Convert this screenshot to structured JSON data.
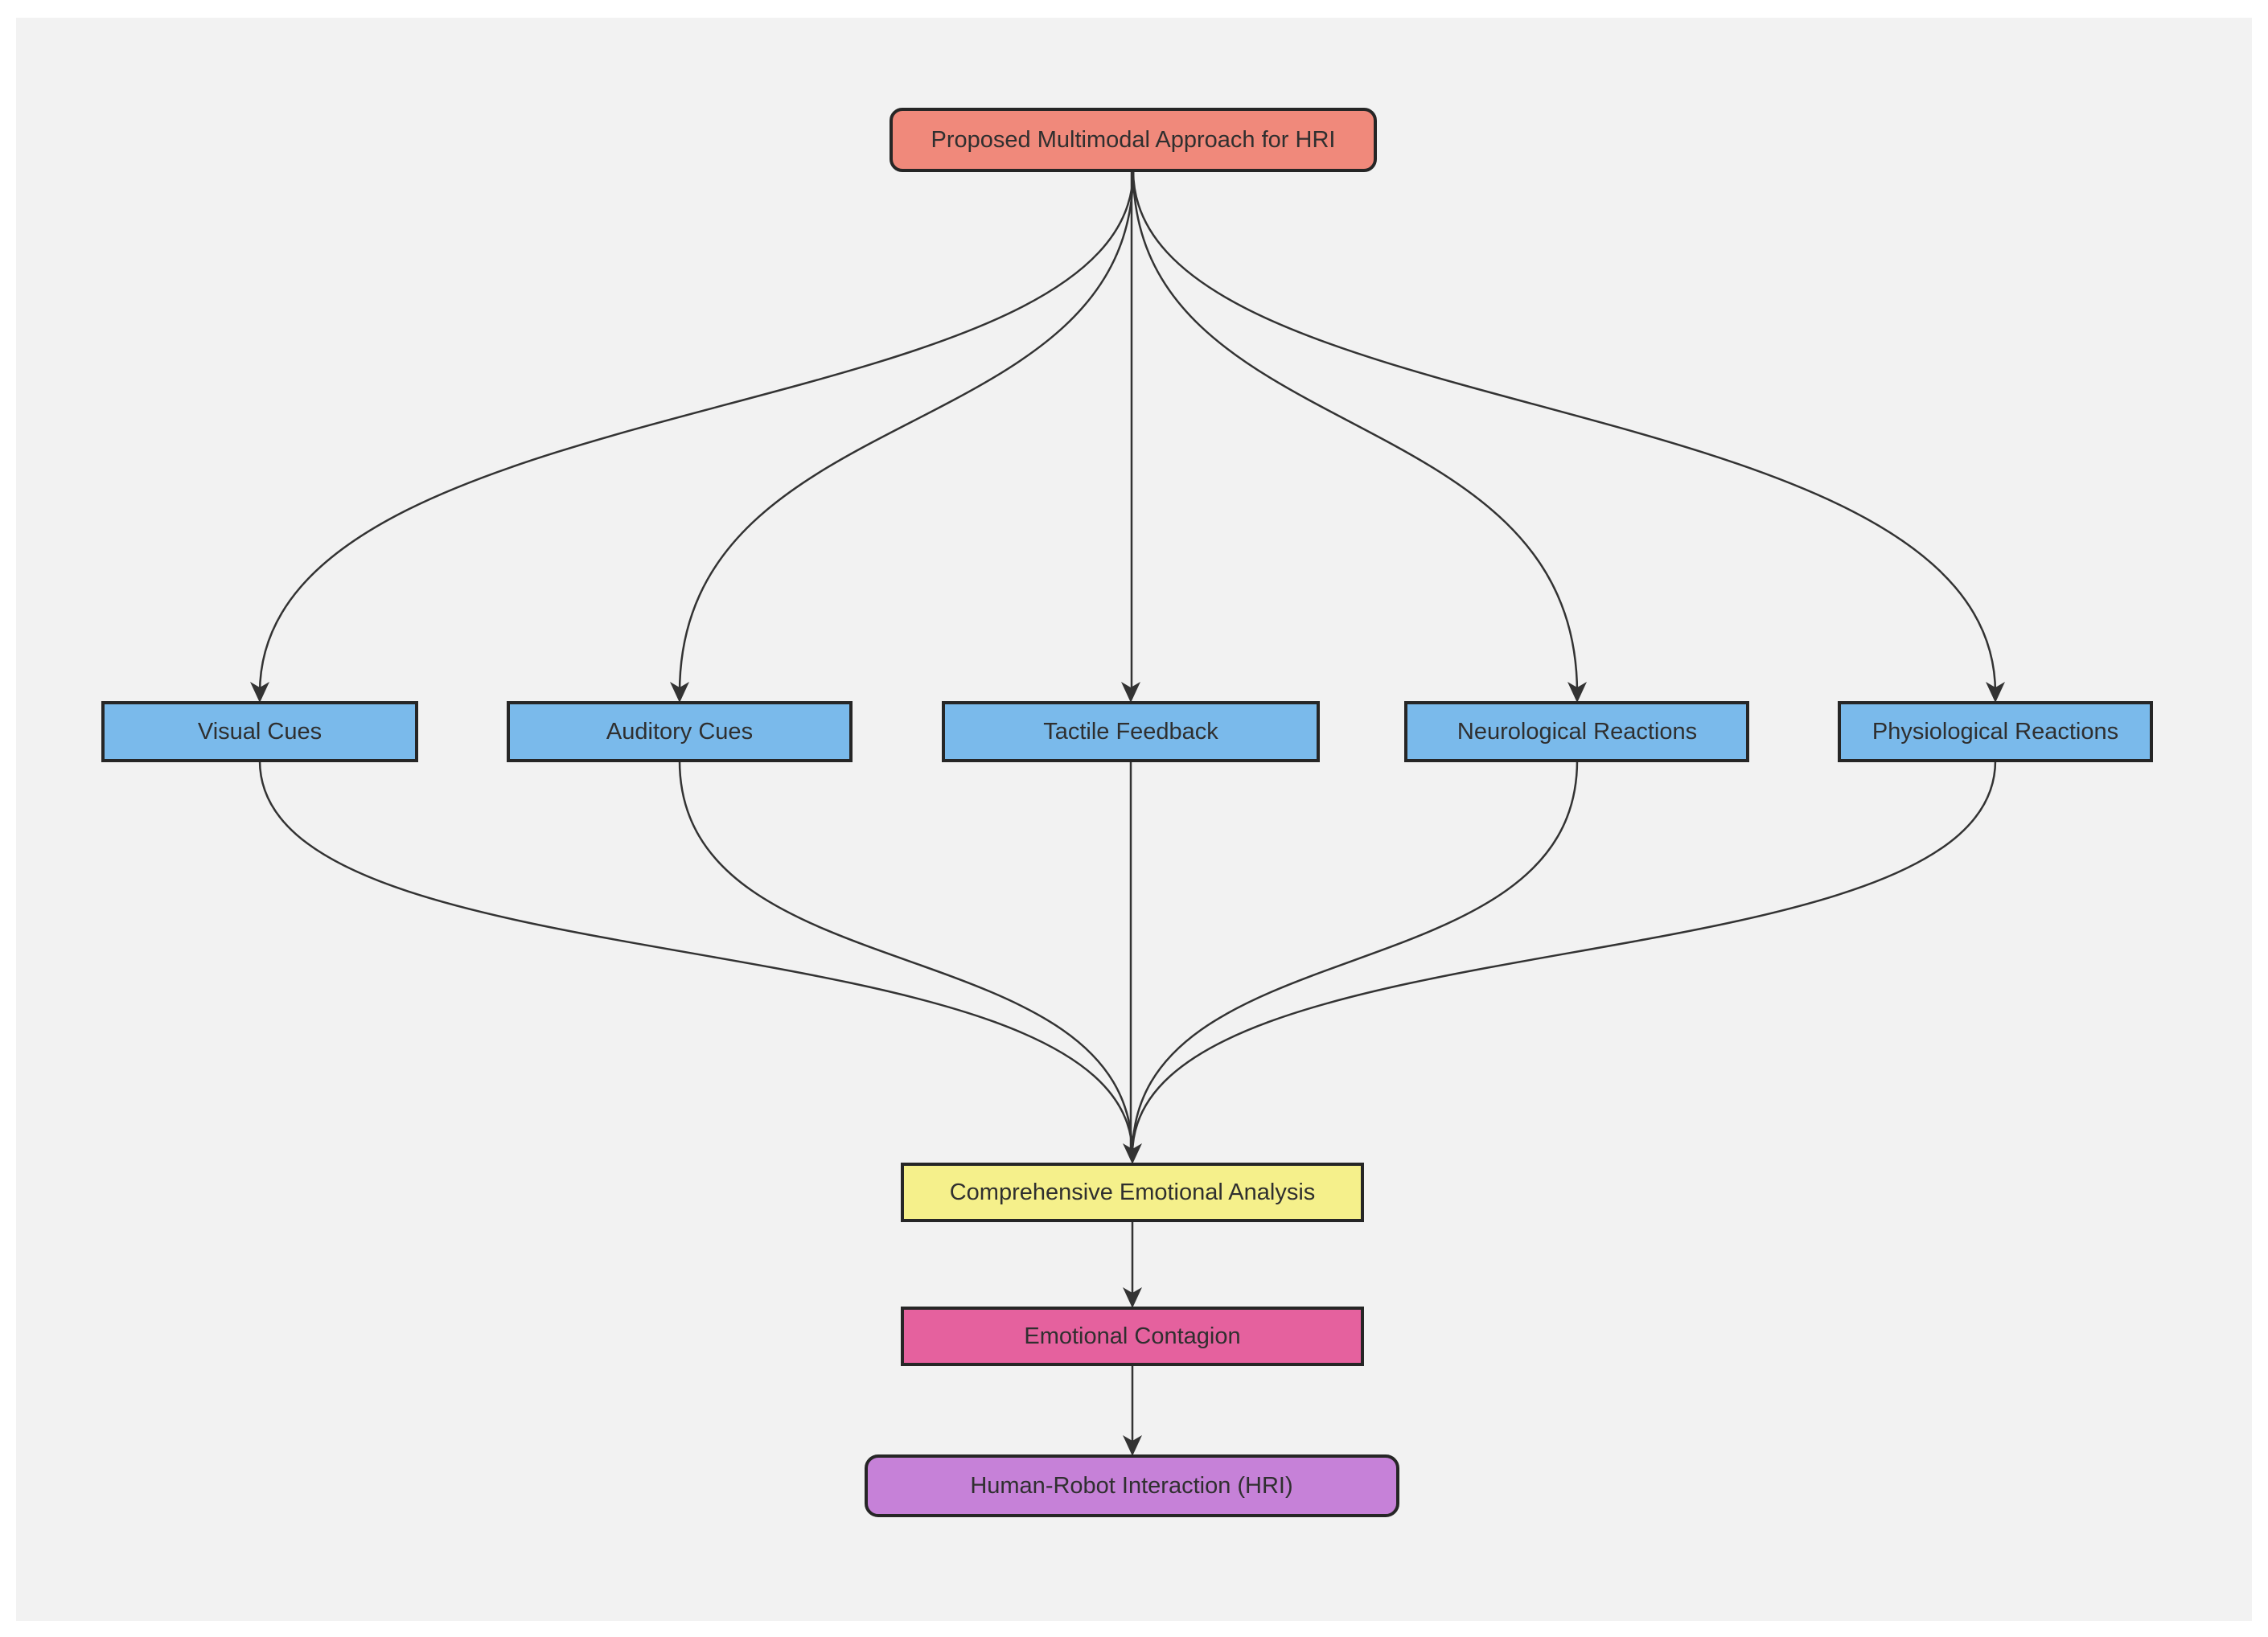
{
  "diagram": {
    "type": "flowchart",
    "direction": "top-to-bottom",
    "canvas_background": "#f2f2f2",
    "page_background": "#ffffff",
    "node_border_color": "#262626",
    "edge_color": "#333333",
    "text_color": "#2f2f2f",
    "nodes": {
      "root": {
        "label": "Proposed Multimodal Approach for HRI",
        "color": "#f0897b",
        "shape": "rounded-rect"
      },
      "visual": {
        "label": "Visual Cues",
        "color": "#7abaeb",
        "shape": "rect"
      },
      "auditory": {
        "label": "Auditory Cues",
        "color": "#7abaeb",
        "shape": "rect"
      },
      "tactile": {
        "label": "Tactile Feedback",
        "color": "#7abaeb",
        "shape": "rect"
      },
      "neurological": {
        "label": "Neurological Reactions",
        "color": "#7abaeb",
        "shape": "rect"
      },
      "physiological": {
        "label": "Physiological Reactions",
        "color": "#7abaeb",
        "shape": "rect"
      },
      "analysis": {
        "label": "Comprehensive Emotional Analysis",
        "color": "#f5f08b",
        "shape": "rect"
      },
      "contagion": {
        "label": "Emotional Contagion",
        "color": "#e5619e",
        "shape": "rect"
      },
      "hri": {
        "label": "Human-Robot Interaction (HRI)",
        "color": "#c681d8",
        "shape": "rounded-rect"
      }
    },
    "edges": [
      {
        "from": "root",
        "to": "visual"
      },
      {
        "from": "root",
        "to": "auditory"
      },
      {
        "from": "root",
        "to": "tactile"
      },
      {
        "from": "root",
        "to": "neurological"
      },
      {
        "from": "root",
        "to": "physiological"
      },
      {
        "from": "visual",
        "to": "analysis"
      },
      {
        "from": "auditory",
        "to": "analysis"
      },
      {
        "from": "tactile",
        "to": "analysis"
      },
      {
        "from": "neurological",
        "to": "analysis"
      },
      {
        "from": "physiological",
        "to": "analysis"
      },
      {
        "from": "analysis",
        "to": "contagion"
      },
      {
        "from": "contagion",
        "to": "hri"
      }
    ]
  }
}
